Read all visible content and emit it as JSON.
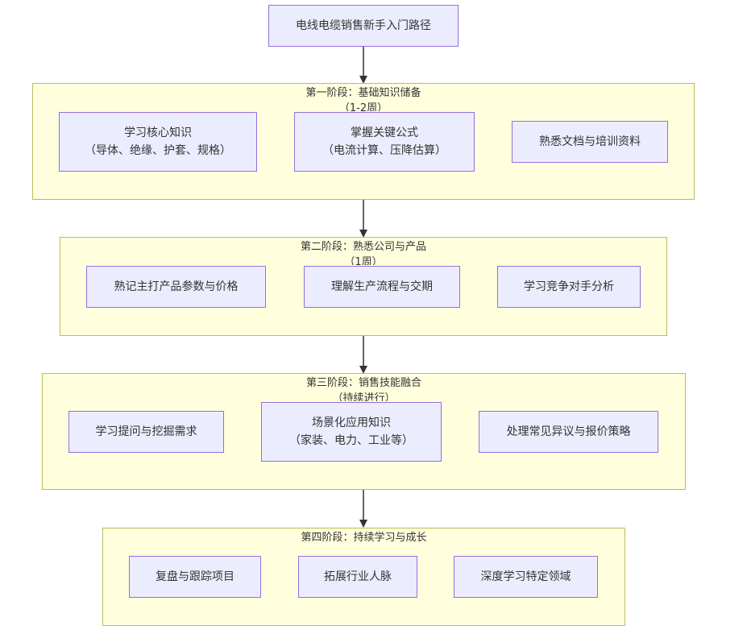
{
  "diagram": {
    "root": "电线电缆销售新手入门路径",
    "stages": [
      {
        "title": "第一阶段：基础知识储备",
        "duration": "（1-2周）",
        "nodes": [
          {
            "line1": "学习核心知识",
            "line2": "（导体、绝缘、护套、规格）"
          },
          {
            "line1": "掌握关键公式",
            "line2": "（电流计算、压降估算）"
          },
          {
            "line1": "熟悉文档与培训资料",
            "line2": ""
          }
        ]
      },
      {
        "title": "第二阶段：熟悉公司与产品",
        "duration": "（1周）",
        "nodes": [
          {
            "line1": "熟记主打产品参数与价格",
            "line2": ""
          },
          {
            "line1": "理解生产流程与交期",
            "line2": ""
          },
          {
            "line1": "学习竞争对手分析",
            "line2": ""
          }
        ]
      },
      {
        "title": "第三阶段：销售技能融合",
        "duration": "（持续进行）",
        "nodes": [
          {
            "line1": "学习提问与挖掘需求",
            "line2": ""
          },
          {
            "line1": "场景化应用知识",
            "line2": "（家装、电力、工业等）"
          },
          {
            "line1": "处理常见异议与报价策略",
            "line2": ""
          }
        ]
      },
      {
        "title": "第四阶段：持续学习与成长",
        "duration": "",
        "nodes": [
          {
            "line1": "复盘与跟踪项目",
            "line2": ""
          },
          {
            "line1": "拓展行业人脉",
            "line2": ""
          },
          {
            "line1": "深度学习特定领域",
            "line2": ""
          }
        ]
      }
    ],
    "colors": {
      "node_fill": "#ececff",
      "node_border": "#9370db",
      "cluster_fill": "#ffffde",
      "cluster_border": "#bcbc5e",
      "edge": "#333333"
    }
  }
}
